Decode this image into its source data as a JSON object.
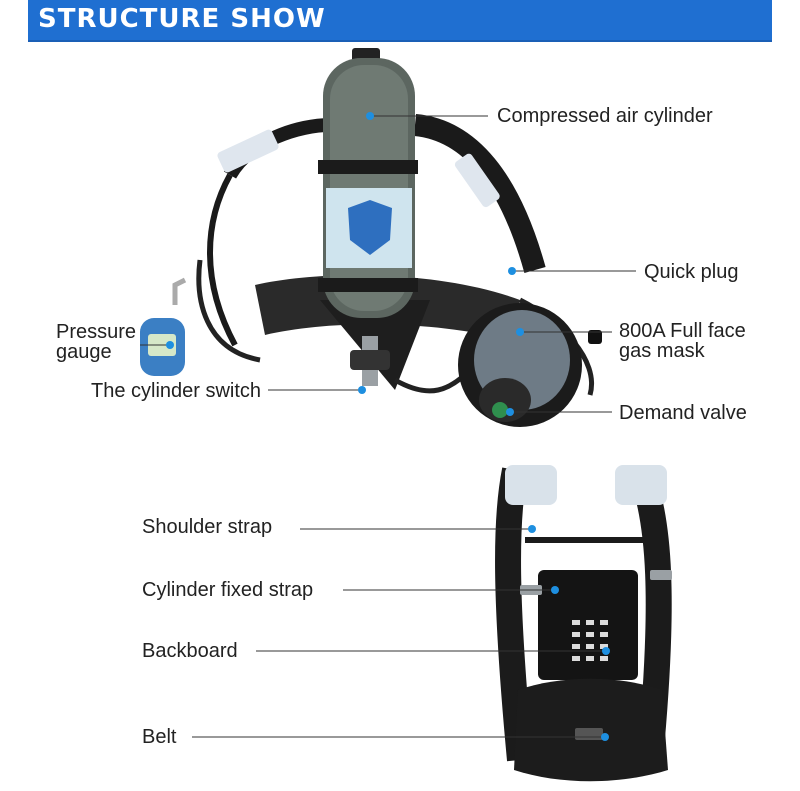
{
  "banner": {
    "title": "STRUCTURE SHOW"
  },
  "labels": {
    "compressed_air_cylinder": "Compressed air cylinder",
    "quick_plug": "Quick plug",
    "pressure_gauge_line1": "Pressure",
    "pressure_gauge_line2": "gauge",
    "full_face_mask_line1": "800A Full face",
    "full_face_mask_line2": "gas mask",
    "cylinder_switch": "The cylinder switch",
    "demand_valve": "Demand valve",
    "shoulder_strap": "Shoulder strap",
    "cylinder_fixed_strap": "Cylinder fixed strap",
    "backboard": "Backboard",
    "belt": "Belt"
  },
  "colors": {
    "banner": "#1f6fd1",
    "marker": "#1e8fe0",
    "line": "#333333"
  }
}
